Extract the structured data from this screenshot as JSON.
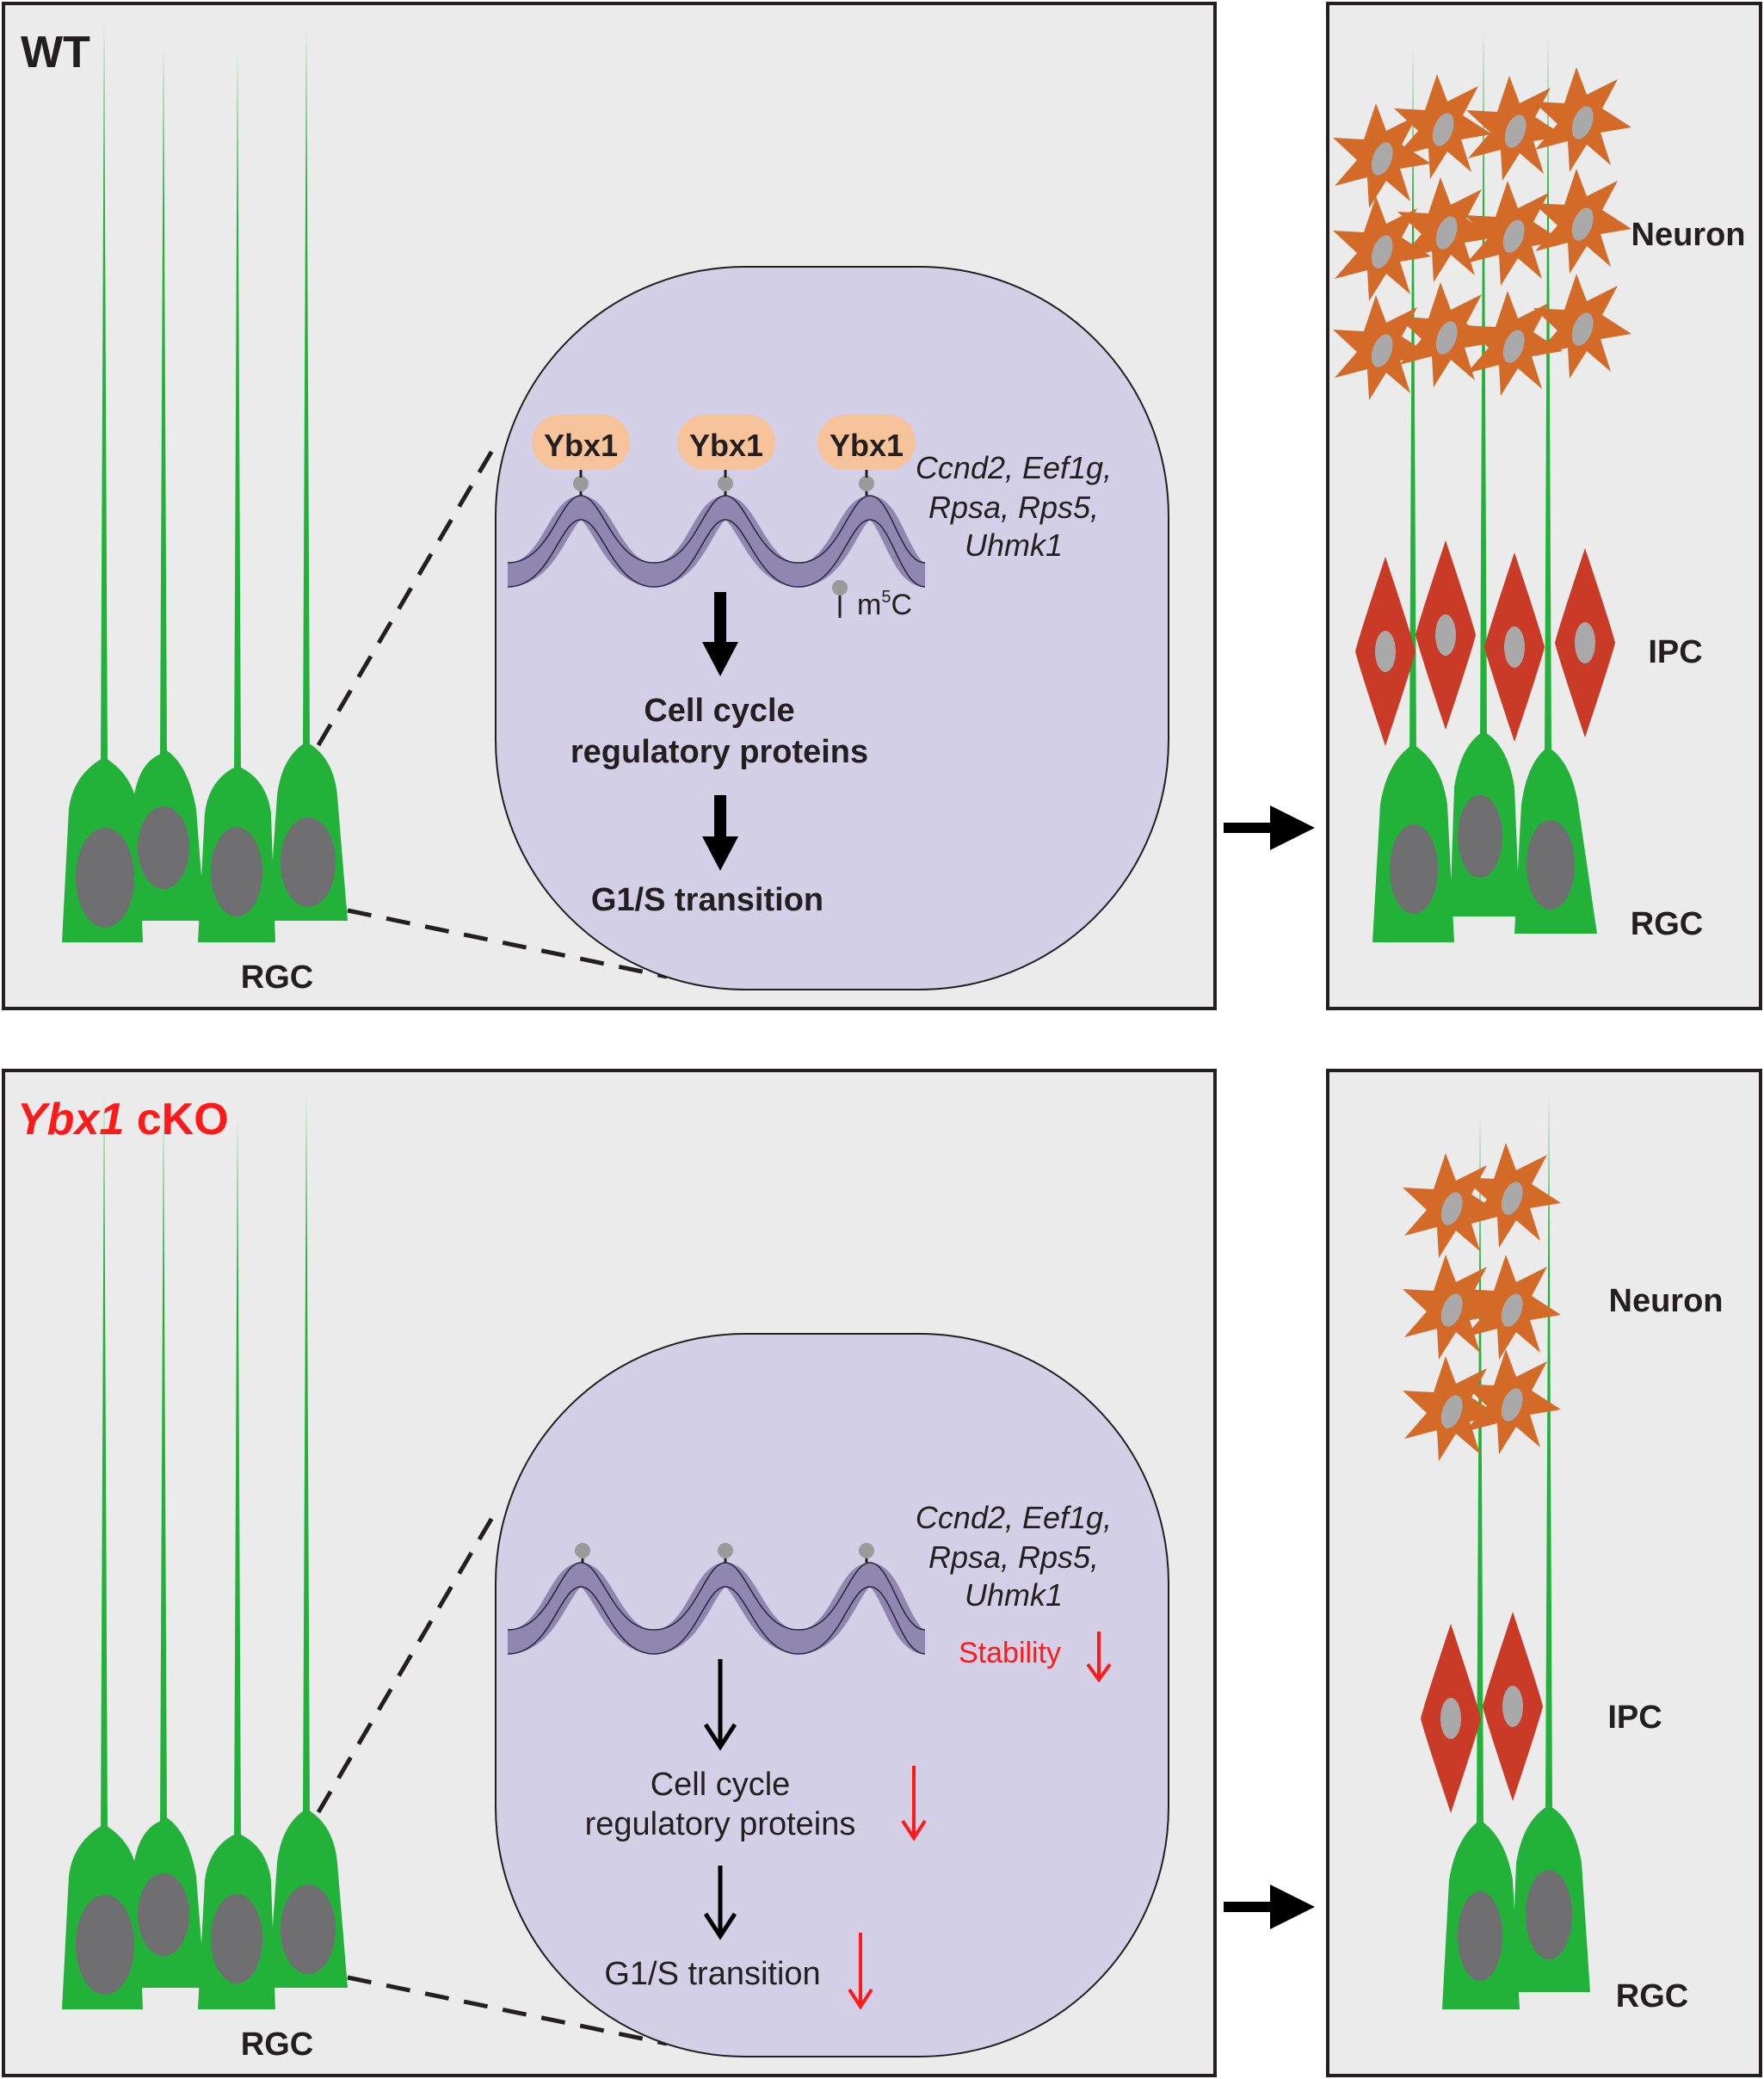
{
  "wt_panel": {
    "condition_label": "WT",
    "rgc_label": "RGC",
    "nucleus": {
      "binding_protein_label": "Ybx1",
      "genes_line1": "Ccnd2, Eef1g,",
      "genes_line2": "Rpsa, Rps5,",
      "genes_line3": "Uhmk1",
      "modification_legend_base": "m",
      "modification_legend_sup": "5",
      "modification_legend_end": "C",
      "outcome1_line1": "Cell cycle",
      "outcome1_line2": "regulatory proteins",
      "outcome2": "G1/S transition"
    },
    "result": {
      "neuron_label": "Neuron",
      "ipc_label": "IPC",
      "rgc_label": "RGC"
    }
  },
  "cko_panel": {
    "condition_label_gene": "Ybx1",
    "condition_label_suffix": " cKO",
    "rgc_label": "RGC",
    "nucleus": {
      "genes_line1": "Ccnd2, Eef1g,",
      "genes_line2": "Rpsa, Rps5,",
      "genes_line3": "Uhmk1",
      "stability_label": "Stability",
      "outcome1_line1": "Cell cycle",
      "outcome1_line2": "regulatory proteins",
      "outcome2": "G1/S transition"
    },
    "result": {
      "neuron_label": "Neuron",
      "ipc_label": "IPC",
      "rgc_label": "RGC"
    }
  },
  "colors": {
    "panel_bg": "#ebebec",
    "panel_border": "#231f20",
    "rgc_green": "#22b23a",
    "nucleus_gray": "#6f6e70",
    "nucleus_fill": "#d3cfe6",
    "rna_purple": "#8f87b0",
    "ybx1_orange": "#f7c39b",
    "neuron_orange": "#d46a27",
    "ipc_red": "#c93a27",
    "decrease_red": "#ff1a1a"
  }
}
